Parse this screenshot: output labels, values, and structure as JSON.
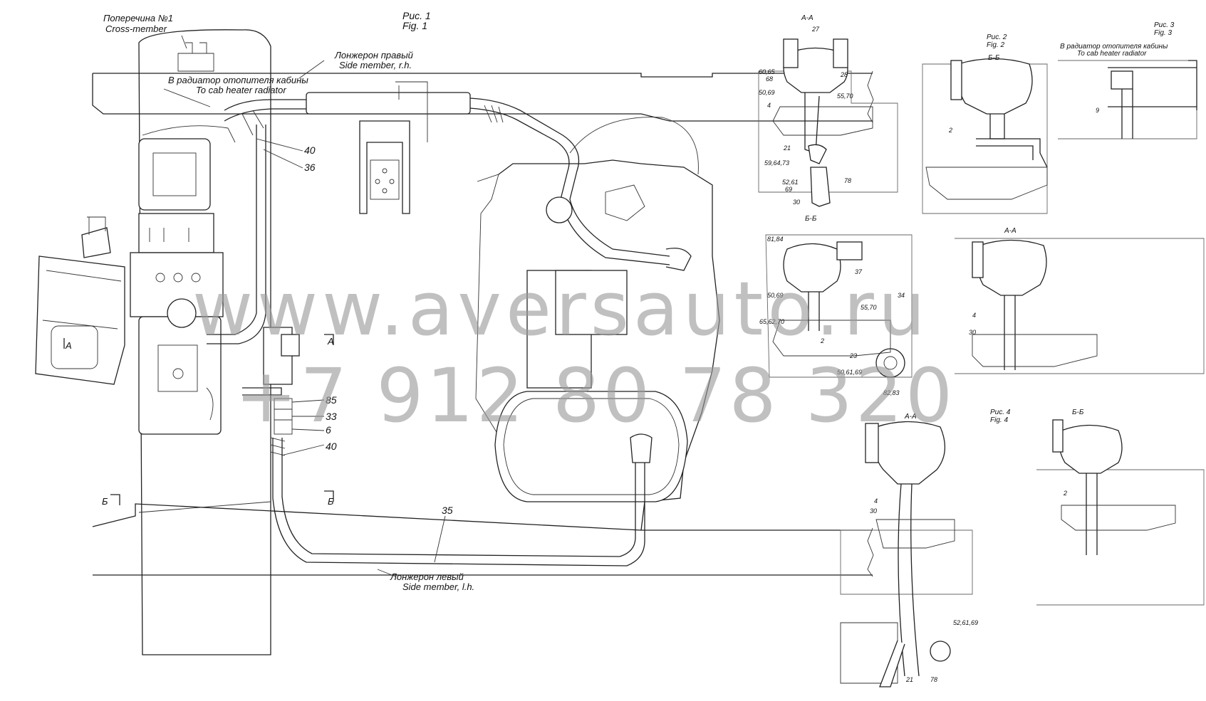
{
  "figures": {
    "fig1": {
      "ru": "Рис. 1",
      "en": "Fig. 1"
    },
    "fig2": {
      "ru": "Рис. 2",
      "en": "Fig. 2"
    },
    "fig3": {
      "ru": "Рис. 3",
      "en": "Fig. 3"
    },
    "fig4": {
      "ru": "Рис. 4",
      "en": "Fig. 4"
    }
  },
  "callouts": {
    "cross_member": {
      "ru": "Поперечина №1",
      "en": "Cross-member"
    },
    "side_member_rh": {
      "ru": "Лонжерон правый",
      "en": "Side member, r.h."
    },
    "side_member_lh": {
      "ru": "Лонжерон левый",
      "en": "Side member, l.h."
    },
    "cab_heater": {
      "ru": "В радиатор отопителя кабины",
      "en": "To cab heater radiator"
    },
    "cab_heater_fig3": {
      "ru": "В радиатор отопителя кабины",
      "en": "To cab heater radiator"
    }
  },
  "sections": {
    "aa1": "А-А",
    "bb_fig2": "Б-Б",
    "bb_mid": "Б-Б",
    "aa_mid": "А-А",
    "aa_fig4": "А-А",
    "bb_fig4": "Б-Б"
  },
  "cut_markers": {
    "a_left": "А",
    "a_mid": "А",
    "b_left": "Б",
    "b_mid": "Б"
  },
  "parts_main": {
    "p40a": "40",
    "p36": "36",
    "p85": "85",
    "p33": "33",
    "p6": "6",
    "p40b": "40",
    "p35": "35"
  },
  "parts_aa1": {
    "p27": "27",
    "p6065": "60,65",
    "p68": "68",
    "p28": "28",
    "p5069": "50,69",
    "p4": "4",
    "p5570": "55,70",
    "p21": "21",
    "p596473": "59,64,73",
    "p5261": "52,61",
    "p69": "69",
    "p78": "78",
    "p30": "30"
  },
  "parts_fig2": {
    "p2": "2"
  },
  "parts_fig3": {
    "p9": "9"
  },
  "parts_bb_mid": {
    "p8184": "81,84",
    "p37": "37",
    "p5069": "50,69",
    "p34": "34",
    "p5570": "55,70",
    "p656270": "65,62,70",
    "p2": "2",
    "p23": "23",
    "p506169": "50,61,69",
    "p8283": "82,83"
  },
  "parts_aa_mid": {
    "p4": "4",
    "p30": "30"
  },
  "parts_fig4": {
    "p4": "4",
    "p30": "30",
    "p526169": "52,61,69",
    "p21": "21",
    "p78": "78"
  },
  "parts_bb_fig4": {
    "p2": "2"
  },
  "watermark": {
    "line1": "www.aversauto.ru",
    "line2": "+7 912 80 78 320"
  }
}
